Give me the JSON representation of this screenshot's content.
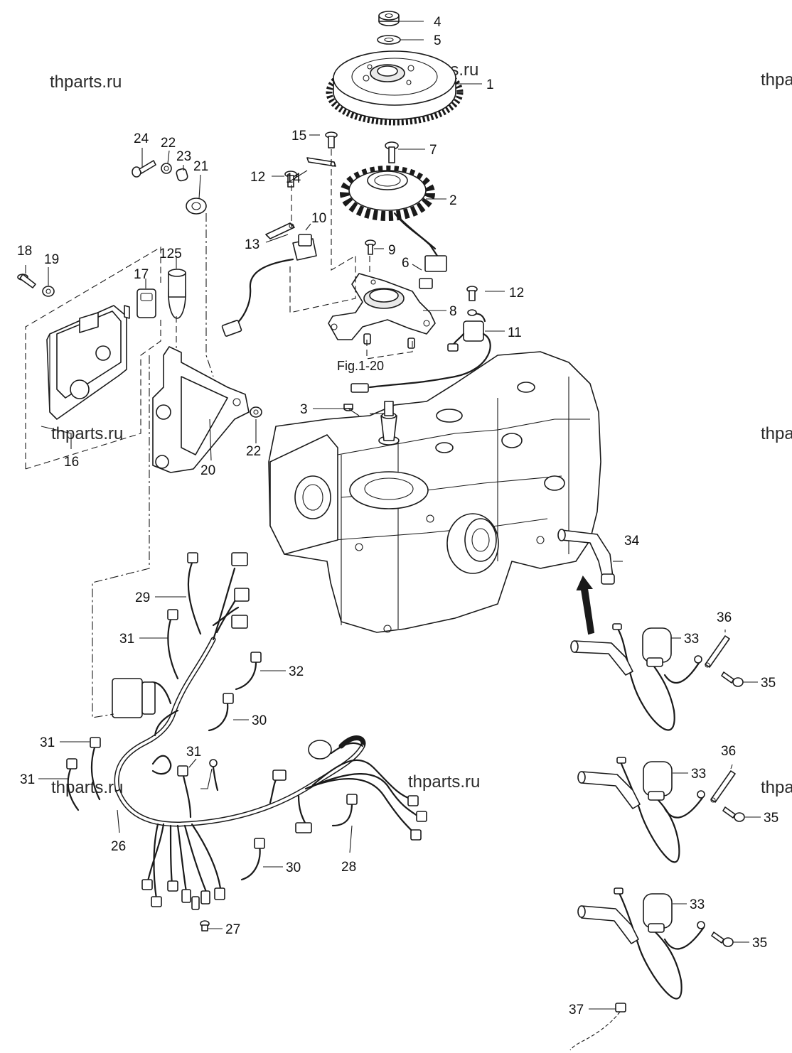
{
  "watermark": {
    "text": "thparts.ru"
  },
  "figure_ref": {
    "text": "Fig.1-20"
  },
  "callouts": {
    "c1": "1",
    "c2": "2",
    "c3": "3",
    "c4": "4",
    "c5": "5",
    "c6": "6",
    "c7": "7",
    "c8": "8",
    "c9": "9",
    "c10": "10",
    "c11": "11",
    "c12a": "12",
    "c12b": "12",
    "c13": "13",
    "c14": "14",
    "c15": "15",
    "c16": "16",
    "c17": "17",
    "c18": "18",
    "c19": "19",
    "c20": "20",
    "c21": "21",
    "c22a": "22",
    "c22b": "22",
    "c23": "23",
    "c24": "24",
    "c25": "125",
    "c26": "26",
    "c27": "27",
    "c28": "28",
    "c29": "29",
    "c30a": "30",
    "c30b": "30",
    "c31a": "31",
    "c31b": "31",
    "c31c": "31",
    "c31d": "31",
    "c32": "32",
    "c33a": "33",
    "c33b": "33",
    "c33c": "33",
    "c34": "34",
    "c35a": "35",
    "c35b": "35",
    "c35c": "35",
    "c36a": "36",
    "c36b": "36",
    "c37": "37"
  },
  "colors": {
    "line": "#1a1a1a",
    "background": "#ffffff",
    "shade": "#e9e9e9"
  }
}
